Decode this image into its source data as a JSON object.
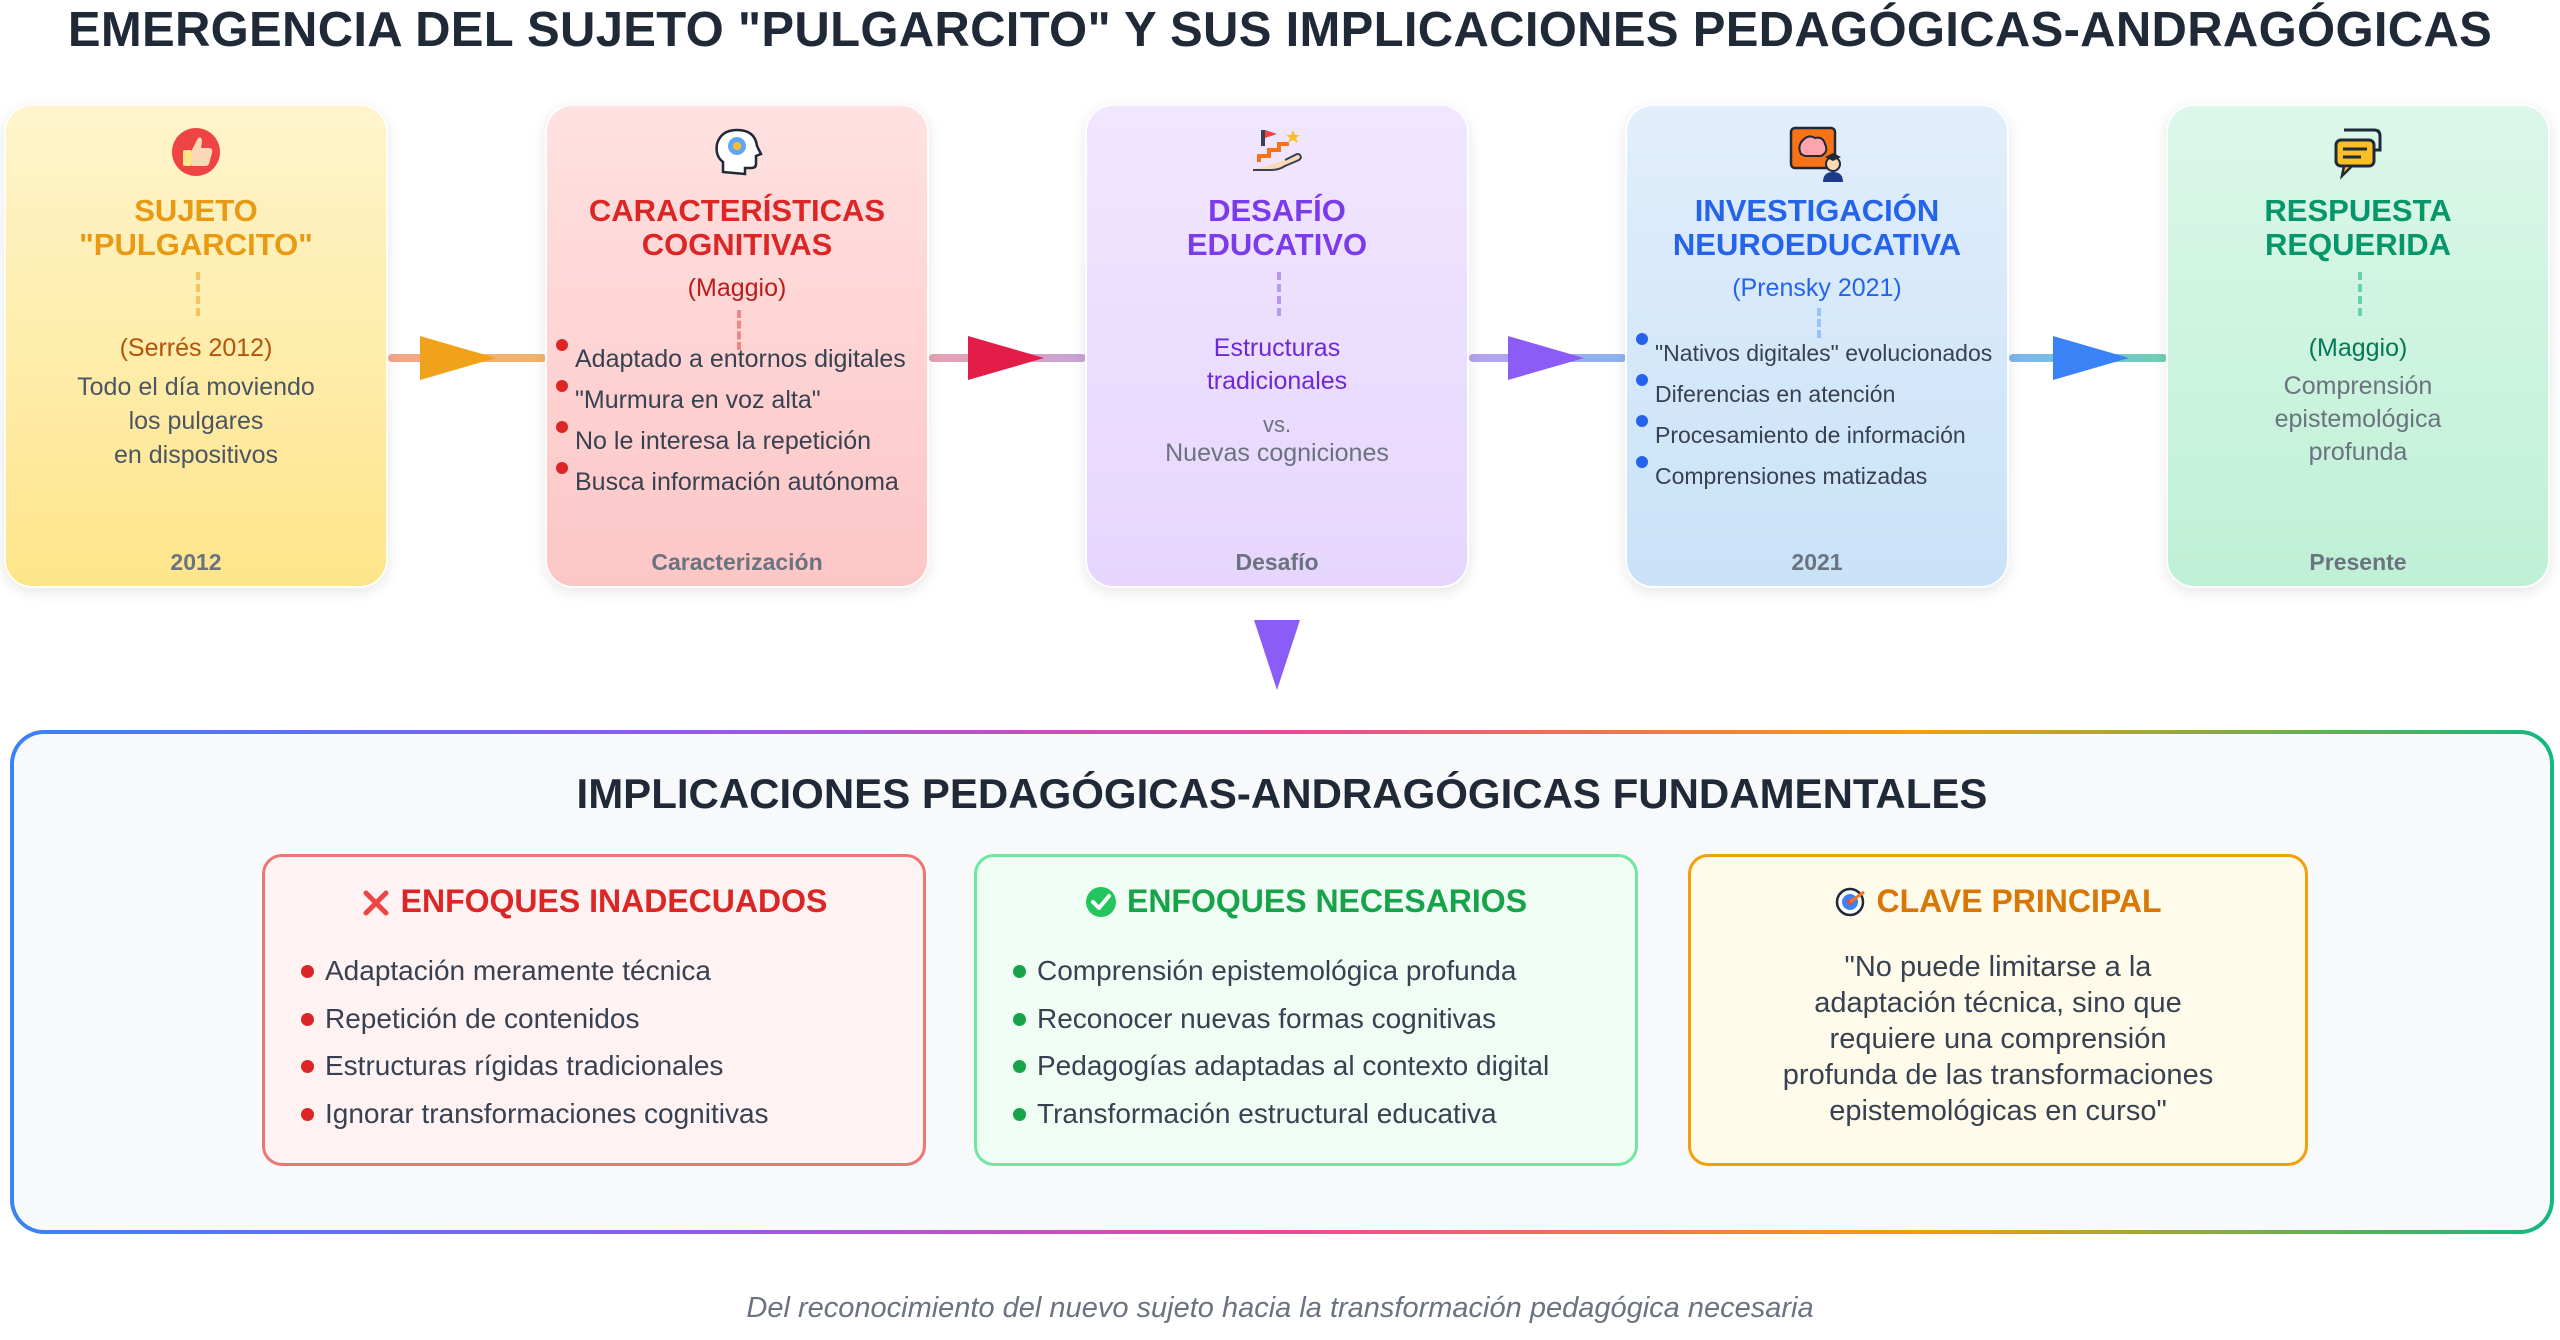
{
  "title": "EMERGENCIA DEL SUJETO \"PULGARCITO\" Y SUS IMPLICACIONES PEDAGÓGICAS-ANDRAGÓGICAS",
  "cards": [
    {
      "icon": "thumbs-up-icon",
      "title_line1": "SUJETO",
      "title_line2": "\"PULGARCITO\"",
      "cite": "(Serrés 2012)",
      "body_lines": [
        "Todo el día moviendo",
        "los pulgares",
        "en dispositivos"
      ],
      "footer": "2012",
      "color": "#e79a12"
    },
    {
      "icon": "brain-head-icon",
      "title_line1": "CARACTERÍSTICAS",
      "title_line2": "COGNITIVAS",
      "cite": "(Maggio)",
      "bullets": [
        "Adaptado a entornos digitales",
        "\"Murmura en voz alta\"",
        "No le interesa la repetición",
        "Busca información autónoma"
      ],
      "footer": "Caracterización",
      "color": "#dc2626"
    },
    {
      "icon": "hand-stairs-icon",
      "title_line1": "DESAFÍO",
      "title_line2": "EDUCATIVO",
      "body_line1": "Estructuras",
      "body_line2": "tradicionales",
      "vs": "vs.",
      "body_line3": "Nuevas cogniciones",
      "footer": "Desafío",
      "color": "#7c3aed"
    },
    {
      "icon": "neuro-research-icon",
      "title_line1": "INVESTIGACIÓN",
      "title_line2": "NEUROEDUCATIVA",
      "cite": "(Prensky 2021)",
      "bullets": [
        "\"Nativos digitales\" evolucionados",
        "Diferencias en atención",
        "Procesamiento de información",
        "Comprensiones matizadas"
      ],
      "footer": "2021",
      "color": "#2563eb"
    },
    {
      "icon": "chat-bubbles-icon",
      "title_line1": "RESPUESTA",
      "title_line2": "REQUERIDA",
      "cite": "(Maggio)",
      "body_lines": [
        "Comprensión",
        "epistemológica",
        "profunda"
      ],
      "footer": "Presente",
      "color": "#059669"
    }
  ],
  "implications": {
    "title": "IMPLICACIONES PEDAGÓGICAS-ANDRAGÓGICAS FUNDAMENTALES",
    "inadequate": {
      "title": "ENFOQUES INADECUADOS",
      "items": [
        "Adaptación meramente técnica",
        "Repetición de contenidos",
        "Estructuras rígidas tradicionales",
        "Ignorar transformaciones cognitivas"
      ]
    },
    "necessary": {
      "title": "ENFOQUES NECESARIOS",
      "items": [
        "Comprensión epistemológica profunda",
        "Reconocer nuevas formas cognitivas",
        "Pedagogías adaptadas al contexto digital",
        "Transformación estructural educativa"
      ]
    },
    "key": {
      "title": "CLAVE PRINCIPAL",
      "quote_lines": [
        "\"No puede limitarse a la",
        "adaptación técnica, sino que",
        "requiere una comprensión",
        "profunda de las transformaciones",
        "epistemológicas en curso\""
      ]
    }
  },
  "footer": "Del reconocimiento del nuevo sujeto hacia la transformación pedagógica necesaria"
}
